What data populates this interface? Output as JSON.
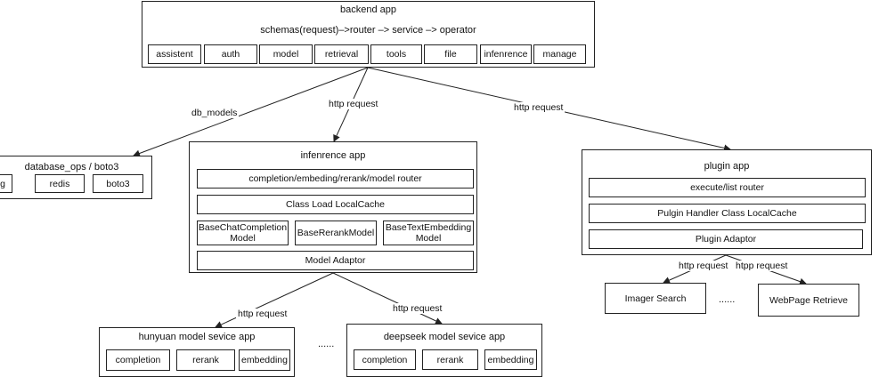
{
  "backend": {
    "title": "backend app",
    "flow": "schemas(request)–>router –> service –> operator",
    "modules": [
      "assistent",
      "auth",
      "model",
      "retrieval",
      "tools",
      "file",
      "infenrence",
      "manage"
    ]
  },
  "database": {
    "title": "database_ops / boto3",
    "items": [
      "g",
      "redis",
      "boto3"
    ]
  },
  "inference": {
    "title": "infenrence app",
    "router": "completion/embeding/rerank/model router",
    "cache": "Class Load LocalCache",
    "models": [
      "BaseChatCompletion Model",
      "BaseRerankModel",
      "BaseTextEmbedding Model"
    ],
    "adaptor": "Model Adaptor"
  },
  "plugin": {
    "title": "plugin app",
    "router": "execute/list router",
    "cache": "Pulgin Handler Class LocalCache",
    "adaptor": "Plugin Adaptor"
  },
  "hunyuan": {
    "title": "hunyuan model sevice app",
    "items": [
      "completion",
      "rerank",
      "embedding"
    ]
  },
  "deepseek": {
    "title": "deepseek model sevice app",
    "items": [
      "completion",
      "rerank",
      "embedding"
    ]
  },
  "plugins": {
    "image_search": "Imager Search",
    "webpage": "WebPage Retrieve",
    "ellipsis": "......"
  },
  "edges": {
    "db_models": "db_models",
    "http_to_inference": "http request",
    "http_to_plugin": "http request",
    "http_to_hunyuan": "http request",
    "http_to_deepseek": "http request",
    "http_to_image": "http request",
    "htpp_to_webpage": "htpp request",
    "services_ellipsis": "......"
  }
}
